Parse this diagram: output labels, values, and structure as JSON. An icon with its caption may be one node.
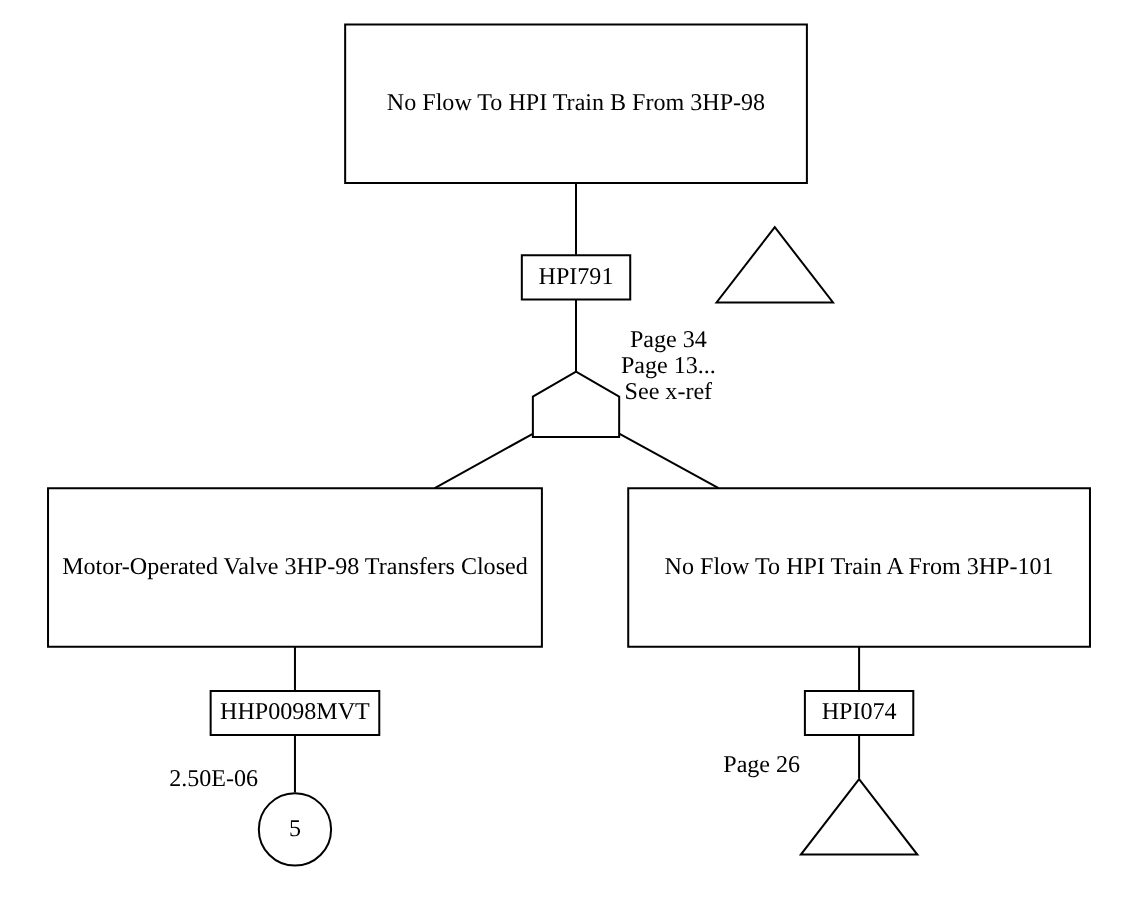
{
  "diagram": {
    "nodes": [
      {
        "text": [
          "No Flow To HPI Train B From 3HP-98"
        ]
      },
      {
        "text": [],
        "shape": "triangle",
        "beside": [
          "Page 34",
          "Page 13...",
          "See x-ref"
        ]
      },
      {
        "text": [
          "HPI791"
        ]
      },
      {
        "text": [],
        "shape": "gate"
      },
      {
        "text": [
          "Motor-Operated Valve 3HP-98 Transfers Closed"
        ]
      },
      {
        "text": [
          "HHP0098MVT"
        ]
      },
      {
        "text": [
          "5"
        ],
        "beside": [
          "2.50E-06"
        ]
      },
      {
        "text": [
          "No Flow To HPI Train A From 3HP-101"
        ]
      },
      {
        "text": [
          "HPI074"
        ]
      },
      {
        "text": [],
        "shape": "triangle",
        "beside": [
          "Page 26"
        ]
      }
    ],
    "edges": [
      {
        "from": 0,
        "to": 2,
        "arrow": "none"
      },
      {
        "from": 2,
        "to": 3,
        "arrow": "none"
      },
      {
        "from": 3,
        "to": 4,
        "arrow": "none"
      },
      {
        "from": 3,
        "to": 7,
        "arrow": "none"
      },
      {
        "from": 4,
        "to": 5,
        "arrow": "none"
      },
      {
        "from": 5,
        "to": 6,
        "arrow": "none"
      },
      {
        "from": 7,
        "to": 8,
        "arrow": "none"
      },
      {
        "from": 8,
        "to": 9,
        "arrow": "none"
      }
    ]
  }
}
